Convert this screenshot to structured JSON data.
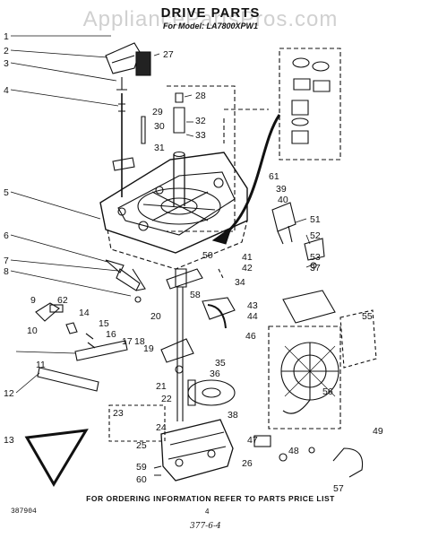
{
  "watermark": "AppliancePartsPros.com",
  "title": "DRIVE PARTS",
  "subtitle": "For Model: LA7800XPW1",
  "footer_note": "FOR ORDERING INFORMATION REFER TO PARTS PRICE LIST",
  "document_number": "387904",
  "page_number": "4",
  "handwritten_note": "377-6-4",
  "callouts": [
    "1",
    "2",
    "3",
    "4",
    "5",
    "6",
    "7",
    "8",
    "9",
    "10",
    "11",
    "12",
    "13",
    "14",
    "15",
    "16",
    "17",
    "18",
    "19",
    "20",
    "21",
    "22",
    "23",
    "24",
    "25",
    "26",
    "27",
    "28",
    "29",
    "30",
    "31",
    "32",
    "33",
    "34",
    "35",
    "36",
    "37",
    "38",
    "39",
    "40",
    "41",
    "42",
    "43",
    "44",
    "46",
    "47",
    "48",
    "49",
    "50",
    "51",
    "52",
    "53",
    "55",
    "56",
    "57",
    "58",
    "59",
    "60",
    "61",
    "62"
  ]
}
